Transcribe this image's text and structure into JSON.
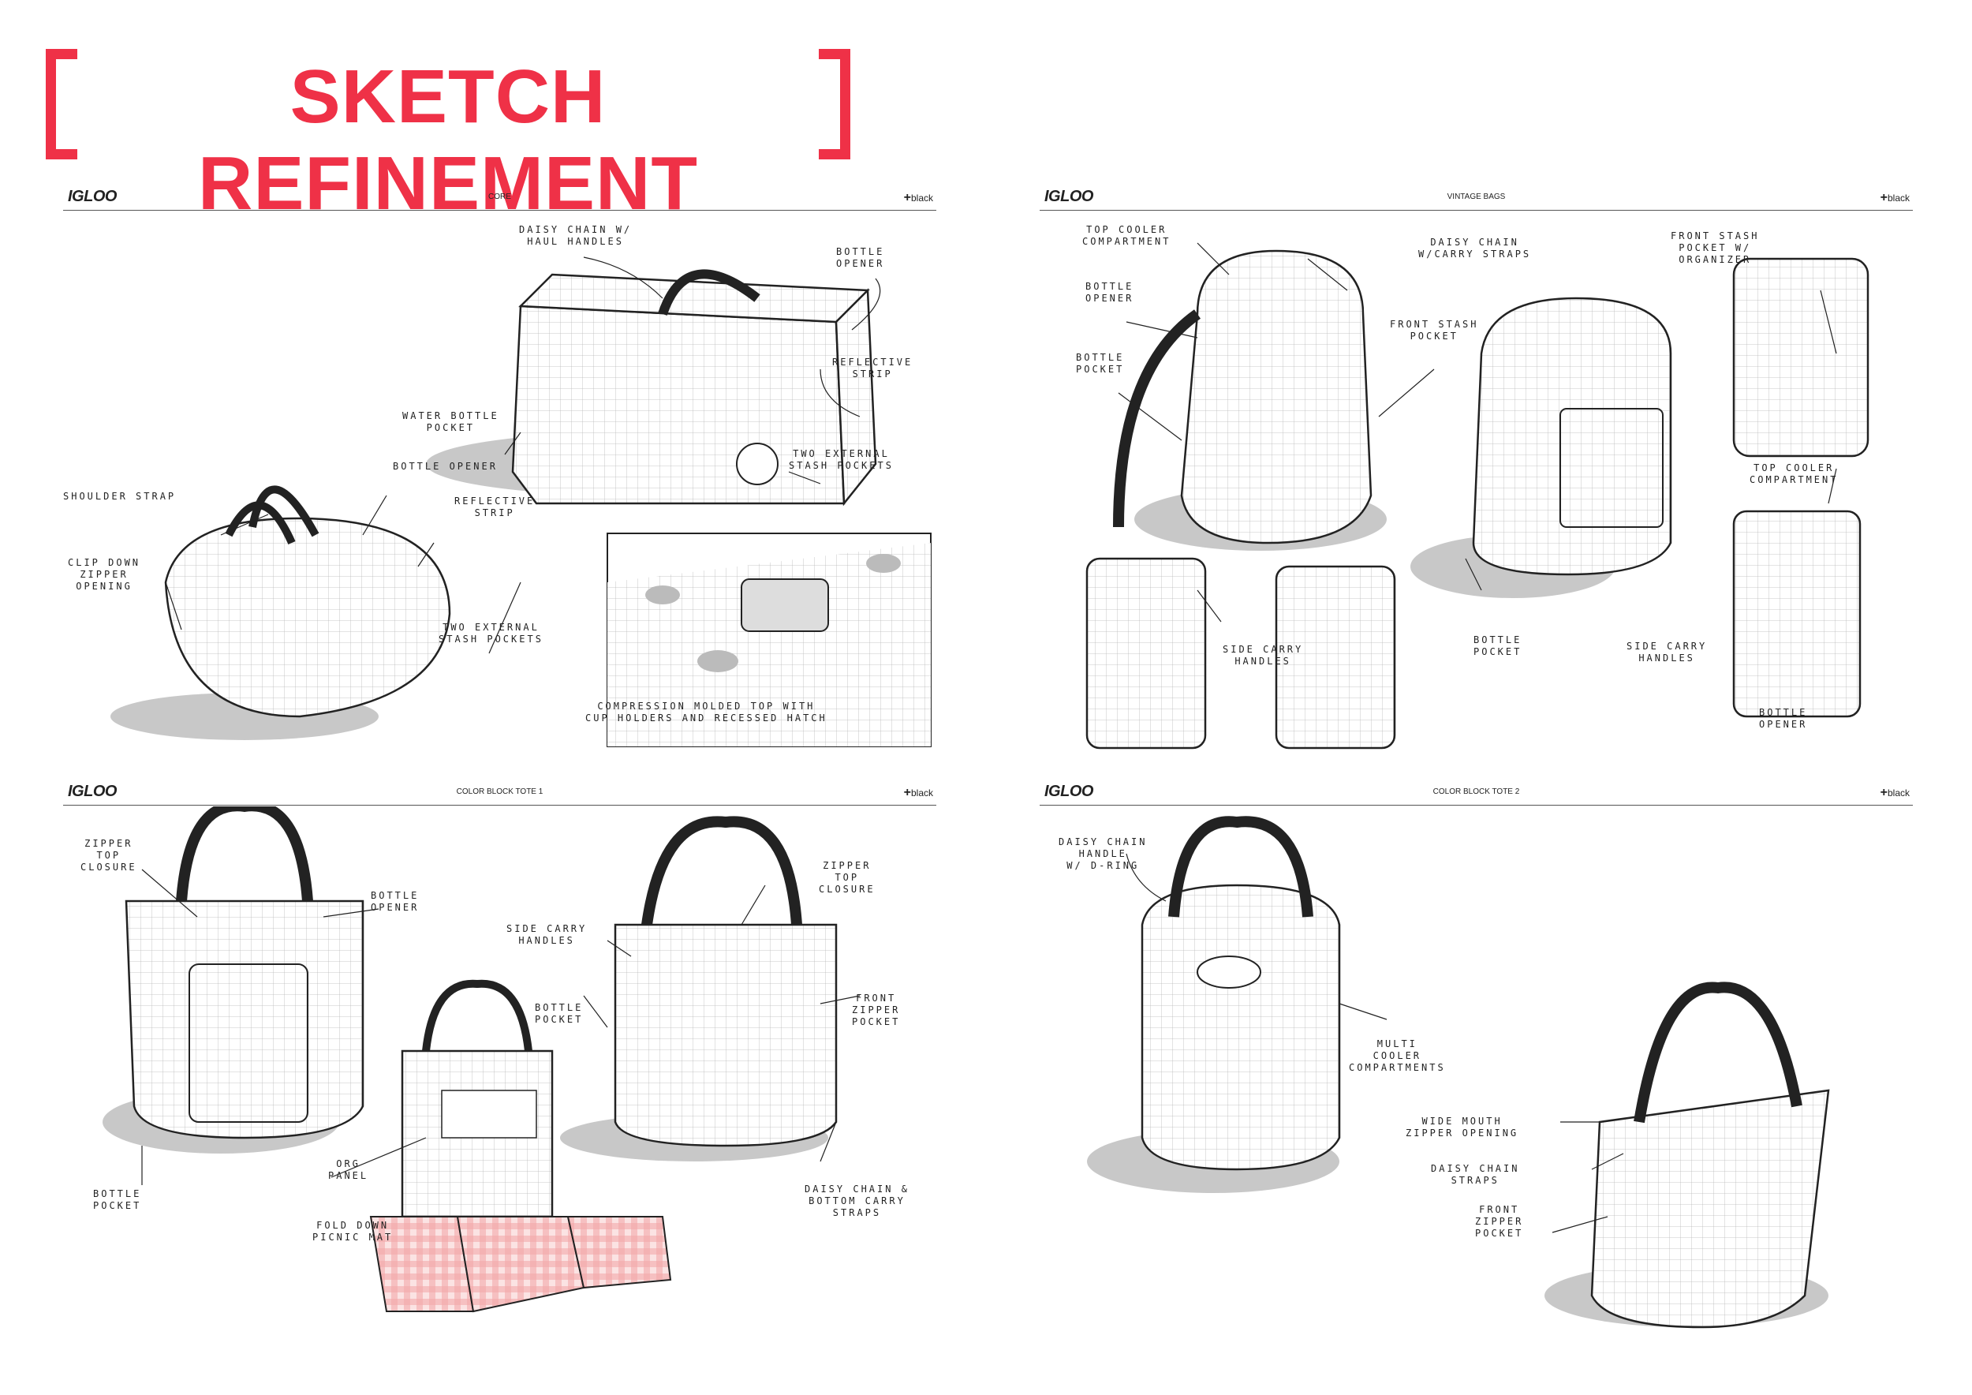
{
  "title": "SKETCH REFINEMENT",
  "brand": "IGLOO",
  "agency": {
    "mark": "+",
    "name": "black"
  },
  "panels": [
    {
      "subtitle": "CORE",
      "labels": [
        "DAISY CHAIN W/\nHAUL HANDLES",
        "BOTTLE\nOPENER",
        "REFLECTIVE\nSTRIP",
        "WATER BOTTLE\nPOCKET",
        "TWO EXTERNAL\nSTASH POCKETS",
        "BOTTLE OPENER",
        "SHOULDER STRAP",
        "REFLECTIVE\nSTRIP",
        "CLIP DOWN\nZIPPER\nOPENING",
        "TWO EXTERNAL\nSTASH POCKETS",
        "COMPRESSION MOLDED TOP WITH\nCUP HOLDERS AND RECESSED HATCH"
      ]
    },
    {
      "subtitle": "VINTAGE BAGS",
      "labels": [
        "TOP COOLER\nCOMPARTMENT",
        "DAISY CHAIN\nW/CARRY STRAPS",
        "FRONT STASH\nPOCKET W/\nORGANIZER",
        "BOTTLE\nOPENER",
        "FRONT STASH\nPOCKET",
        "BOTTLE\nPOCKET",
        "TOP COOLER\nCOMPARTMENT",
        "SIDE CARRY\nHANDLES",
        "BOTTLE\nPOCKET",
        "SIDE CARRY\nHANDLES",
        "BOTTLE\nOPENER"
      ]
    },
    {
      "subtitle": "COLOR BLOCK TOTE 1",
      "labels": [
        "ZIPPER\nTOP\nCLOSURE",
        "BOTTLE\nOPENER",
        "ZIPPER\nTOP\nCLOSURE",
        "SIDE CARRY\nHANDLES",
        "BOTTLE\nPOCKET",
        "FRONT\nZIPPER\nPOCKET",
        "BOTTLE\nPOCKET",
        "ORG\nPANEL",
        "FOLD DOWN\nPICNIC MAT",
        "DAISY CHAIN &\nBOTTOM CARRY\nSTRAPS"
      ]
    },
    {
      "subtitle": "COLOR BLOCK TOTE 2",
      "labels": [
        "DAISY CHAIN\nHANDLE\nW/ D-RING",
        "MULTI\nCOOLER\nCOMPARTMENTS",
        "WIDE MOUTH\nZIPPER OPENING",
        "DAISY CHAIN\nSTRAPS",
        "FRONT\nZIPPER\nPOCKET"
      ]
    }
  ]
}
